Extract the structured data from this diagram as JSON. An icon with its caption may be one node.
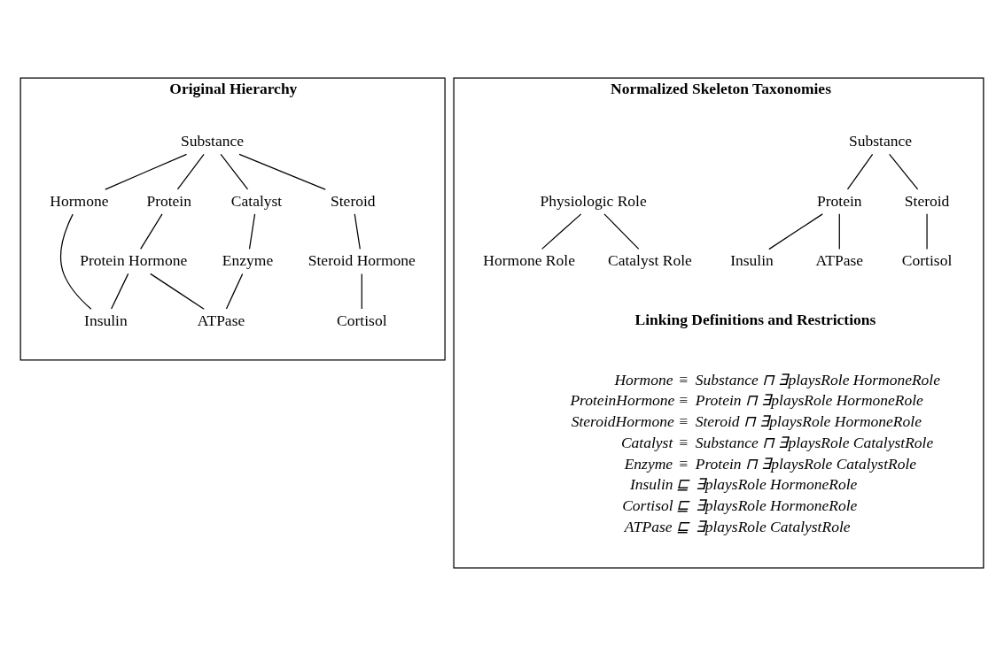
{
  "diagram": {
    "nodes": [
      {
        "text": [
          "Original Hierarchy"
        ]
      },
      {
        "text": [
          "Substance"
        ],
        "in": 0
      },
      {
        "text": [
          "Protein"
        ],
        "in": 0
      },
      {
        "text": [
          "Hormone"
        ],
        "in": 0
      },
      {
        "text": [
          "Catalyst"
        ],
        "in": 0
      },
      {
        "text": [
          "Steroid"
        ],
        "in": 0
      },
      {
        "text": [
          "Protein Hormone"
        ],
        "in": 0
      },
      {
        "text": [
          "Enzyme"
        ],
        "in": 0
      },
      {
        "text": [
          "Steroid Hormone"
        ],
        "in": 0
      },
      {
        "text": [
          "Insulin"
        ],
        "in": 0
      },
      {
        "text": [
          "ATPase"
        ],
        "in": 0
      },
      {
        "text": [
          "Cortisol"
        ],
        "in": 0
      },
      {
        "text": [
          "Normalized Skeleton Taxonomies"
        ]
      },
      {
        "text": [
          "Substance"
        ],
        "in": 12
      },
      {
        "text": [
          "Protein"
        ],
        "in": 12
      },
      {
        "text": [
          "Steroid"
        ],
        "in": 12
      },
      {
        "text": [
          "Insulin"
        ],
        "in": 12
      },
      {
        "text": [
          "ATPase"
        ],
        "in": 12
      },
      {
        "text": [
          "Cortisol"
        ],
        "in": 12
      },
      {
        "text": [
          "Physiologic Role"
        ],
        "in": 12
      },
      {
        "text": [
          "Hormone Role"
        ],
        "in": 12
      },
      {
        "text": [
          "Catalyst Role"
        ],
        "in": 12
      }
    ],
    "edges": [
      {
        "from": 1,
        "to": 2,
        "arrow": "none"
      },
      {
        "from": 1,
        "to": 3,
        "arrow": "none"
      },
      {
        "from": 1,
        "to": 4,
        "arrow": "none"
      },
      {
        "from": 1,
        "to": 5,
        "arrow": "none"
      },
      {
        "from": 2,
        "to": 6,
        "arrow": "none"
      },
      {
        "from": 4,
        "to": 7,
        "arrow": "none"
      },
      {
        "from": 5,
        "to": 8,
        "arrow": "none"
      },
      {
        "from": 6,
        "to": 9,
        "arrow": "none"
      },
      {
        "from": 3,
        "to": 9,
        "arrow": "none"
      },
      {
        "from": 6,
        "to": 10,
        "arrow": "none"
      },
      {
        "from": 7,
        "to": 10,
        "arrow": "none"
      },
      {
        "from": 8,
        "to": 11,
        "arrow": "none"
      },
      {
        "from": 13,
        "to": 14,
        "arrow": "none"
      },
      {
        "from": 13,
        "to": 15,
        "arrow": "none"
      },
      {
        "from": 14,
        "to": 16,
        "arrow": "none"
      },
      {
        "from": 14,
        "to": 17,
        "arrow": "none"
      },
      {
        "from": 15,
        "to": 18,
        "arrow": "none"
      },
      {
        "from": 19,
        "to": 20,
        "arrow": "none"
      },
      {
        "from": 19,
        "to": 21,
        "arrow": "none"
      }
    ],
    "labels": [
      "Linking Definitions and Restrictions",
      "Hormone",
      "≡",
      "Substance ⊓ ∃playsRole HormoneRole",
      "ProteinHormone",
      "≡",
      "Protein ⊓ ∃playsRole HormoneRole",
      "SteroidHormone",
      "≡",
      "Steroid ⊓ ∃playsRole HormoneRole",
      "Catalyst",
      "≡",
      "Substance ⊓ ∃playsRole CatalystRole",
      "Enzyme",
      "≡",
      "Protein ⊓ ∃playsRole CatalystRole",
      "Insulin",
      "⊑",
      "∃playsRole HormoneRole",
      "Cortisol",
      "⊑",
      "∃playsRole HormoneRole",
      "ATPase",
      "⊑",
      "∃playsRole CatalystRole"
    ]
  }
}
